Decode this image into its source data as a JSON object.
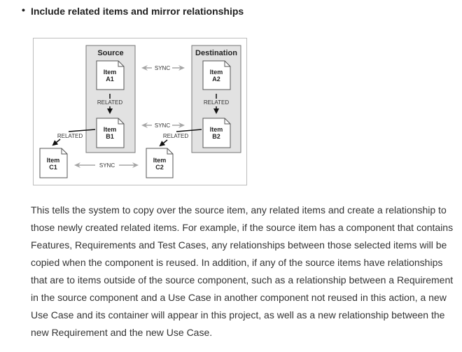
{
  "heading": {
    "bullet": "•",
    "text": "Include related items and mirror relationships"
  },
  "diagram": {
    "source_label": "Source",
    "destination_label": "Destination",
    "item_word": "Item",
    "item_a1": "A1",
    "item_a2": "A2",
    "item_b1": "B1",
    "item_b2": "B2",
    "item_c1": "C1",
    "item_c2": "C2",
    "sync_label": "SYNC",
    "related_label": "RELATED"
  },
  "paragraph": "This tells the system to copy over the source item, any related items and create a relationship to those newly created related items. For example, if the source item has a component that contains Features, Requirements and Test Cases, any relationships between those selected items will be copied when the component is reused. In addition, if any of the source items have relationships that are to items outside of the source component, such as a relationship between a Requirement in the source component and a Use Case in another component not reused in this action, a new Use Case and its container will appear in this project, as well as a new relationship between the new Requirement and the new Use Case.",
  "colors": {
    "container_fill": "#e2e2e2",
    "border": "#777777",
    "arrow_gray": "#a6a6a6",
    "text": "#333333"
  }
}
